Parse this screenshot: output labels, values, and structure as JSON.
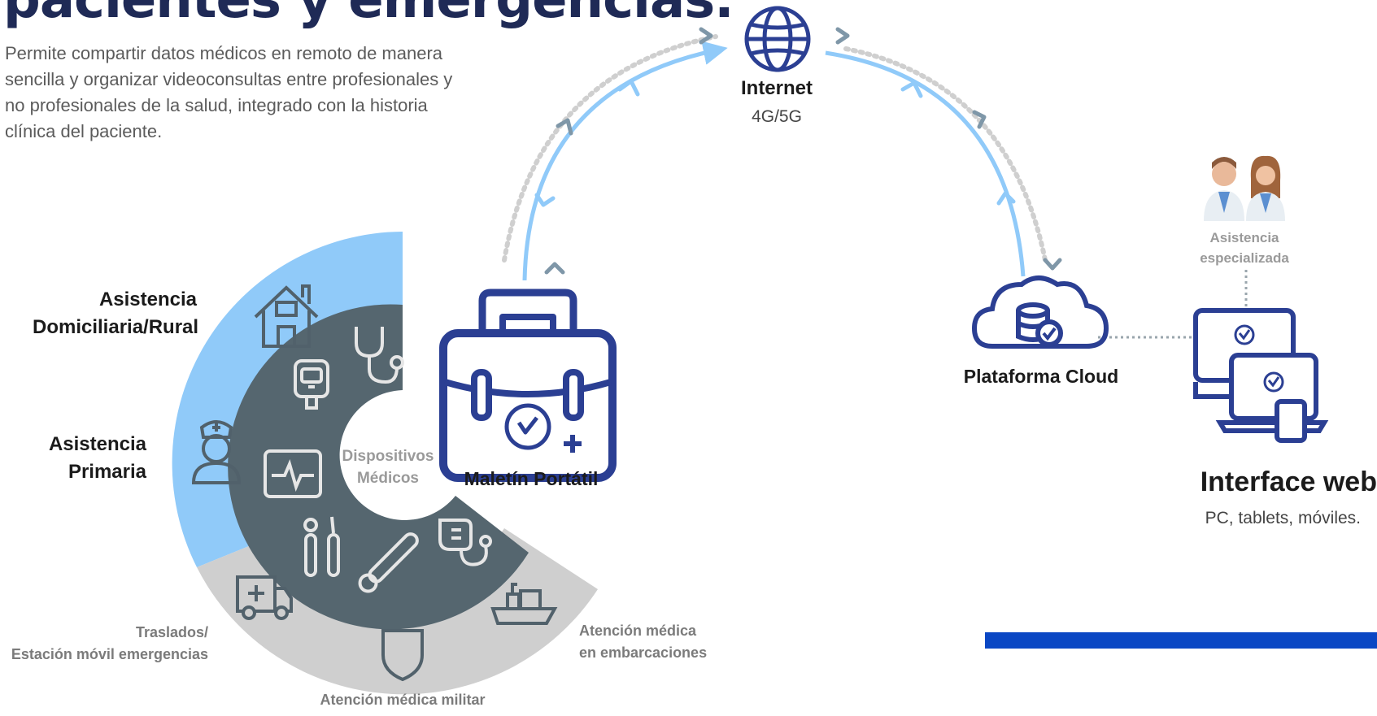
{
  "header": {
    "title": "pacientes y emergencias.",
    "description": "Permite compartir datos médicos en remoto de manera sencilla y organizar videoconsultas entre profesionales y no profesionales de la salud, integrado con la historia clínica del paciente."
  },
  "network": {
    "label": "Internet",
    "sublabel": "4G/5G",
    "icon": "globe-icon"
  },
  "kit": {
    "label": "Maletín Portátil",
    "icon": "medical-kit-icon"
  },
  "cloud": {
    "label": "Plataforma Cloud",
    "icon": "cloud-database-icon"
  },
  "specialist": {
    "label_line1": "Asistencia",
    "label_line2": "especializada",
    "icon": "doctors-icon"
  },
  "web": {
    "label": "Interface web",
    "sublabel": "PC, tablets, móviles.",
    "icon": "devices-icon"
  },
  "devices": {
    "label_line1": "Dispositivos",
    "label_line2": "Médicos"
  },
  "segments": {
    "home_line1": "Asistencia",
    "home_line2": "Domiciliaria/Rural",
    "primary_line1": "Asistencia",
    "primary_line2": "Primaria",
    "transfer_line1": "Traslados/",
    "transfer_line2": "Estación móvil emergencias",
    "military": "Atención médica militar",
    "ships_line1": "Atención médica",
    "ships_line2": "en embarcaciones"
  },
  "colors": {
    "navy": "#2b3f93",
    "light_blue": "#90caf9",
    "dark_slate": "#55666f",
    "light_gray": "#cfcfcf",
    "accent_blue": "#0a47c4"
  }
}
